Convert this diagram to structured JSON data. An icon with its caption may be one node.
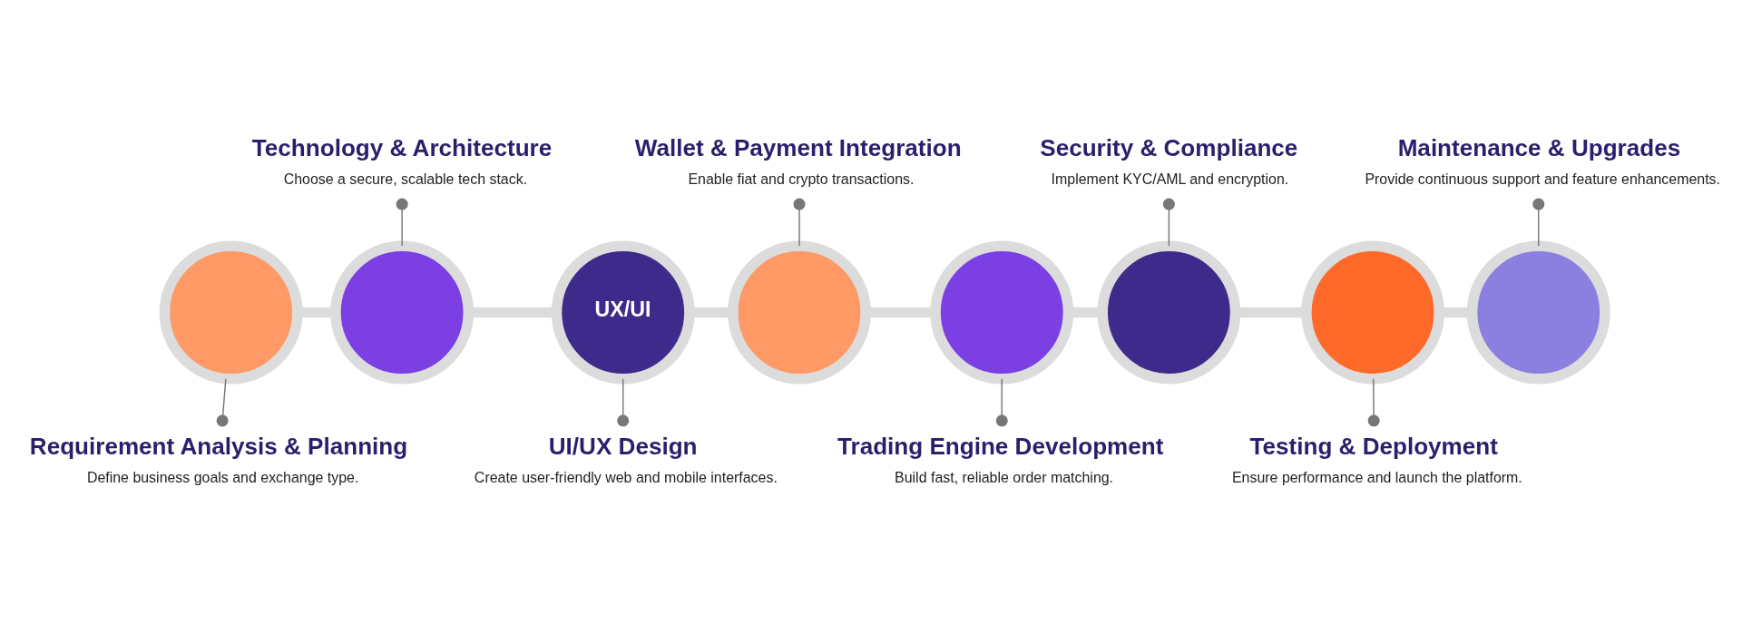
{
  "diagram": {
    "nodes": [
      {
        "text": [],
        "shape": "circle"
      },
      {
        "text": [
          "Requirement Analysis & Planning",
          "Define business goals and exchange type."
        ]
      },
      {
        "text": [],
        "shape": "circle"
      },
      {
        "text": [
          "Technology & Architecture",
          "Choose a secure, scalable tech stack."
        ]
      },
      {
        "text": [
          "UX/UI"
        ]
      },
      {
        "text": [
          "UI/UX Design",
          "Create user-friendly web and mobile interfaces."
        ]
      },
      {
        "text": [],
        "shape": "circle"
      },
      {
        "text": [
          "Wallet & Payment Integration",
          "Enable fiat and crypto transactions."
        ]
      },
      {
        "text": [],
        "shape": "circle"
      },
      {
        "text": [
          "Trading Engine Development",
          "Build fast, reliable order matching."
        ]
      },
      {
        "text": [],
        "shape": "circle"
      },
      {
        "text": [
          "Security & Compliance",
          "Implement KYC/AML and encryption."
        ]
      },
      {
        "text": [],
        "shape": "circle"
      },
      {
        "text": [
          "Testing & Deployment",
          "Ensure performance and launch the platform."
        ]
      },
      {
        "text": [],
        "shape": "circle"
      },
      {
        "text": [
          "Maintenance & Upgrades",
          "Provide continuous support and feature enhancements."
        ]
      }
    ],
    "edges": [
      {
        "from": 1,
        "to": 0,
        "arrow": "other",
        "color": "#777777"
      },
      {
        "from": 3,
        "to": 2,
        "arrow": "other",
        "color": "#777777"
      },
      {
        "from": 5,
        "to": 4,
        "arrow": "other",
        "color": "#777777"
      },
      {
        "from": 7,
        "to": 6,
        "arrow": "other",
        "color": "#777777"
      },
      {
        "from": 9,
        "to": 8,
        "arrow": "other",
        "color": "#777777"
      },
      {
        "from": 11,
        "to": 10,
        "arrow": "other",
        "color": "#777777"
      },
      {
        "from": 13,
        "to": 12,
        "arrow": "other",
        "color": "#777777"
      },
      {
        "from": 15,
        "to": 14,
        "arrow": "other",
        "color": "#777777"
      },
      {
        "from": 0,
        "to": 2,
        "arrow": "none",
        "style": "thick",
        "color": "#dcdcdc"
      },
      {
        "from": 2,
        "to": 4,
        "arrow": "none",
        "style": "thick",
        "color": "#dcdcdc"
      },
      {
        "from": 4,
        "to": 6,
        "arrow": "none",
        "style": "thick",
        "color": "#dcdcdc"
      },
      {
        "from": 6,
        "to": 8,
        "arrow": "none",
        "style": "thick",
        "color": "#dcdcdc"
      },
      {
        "from": 8,
        "to": 10,
        "arrow": "none",
        "style": "thick",
        "color": "#dcdcdc"
      },
      {
        "from": 10,
        "to": 12,
        "arrow": "none",
        "style": "thick",
        "color": "#dcdcdc"
      },
      {
        "from": 12,
        "to": 14,
        "arrow": "none",
        "style": "thick",
        "color": "#dcdcdc"
      }
    ]
  }
}
